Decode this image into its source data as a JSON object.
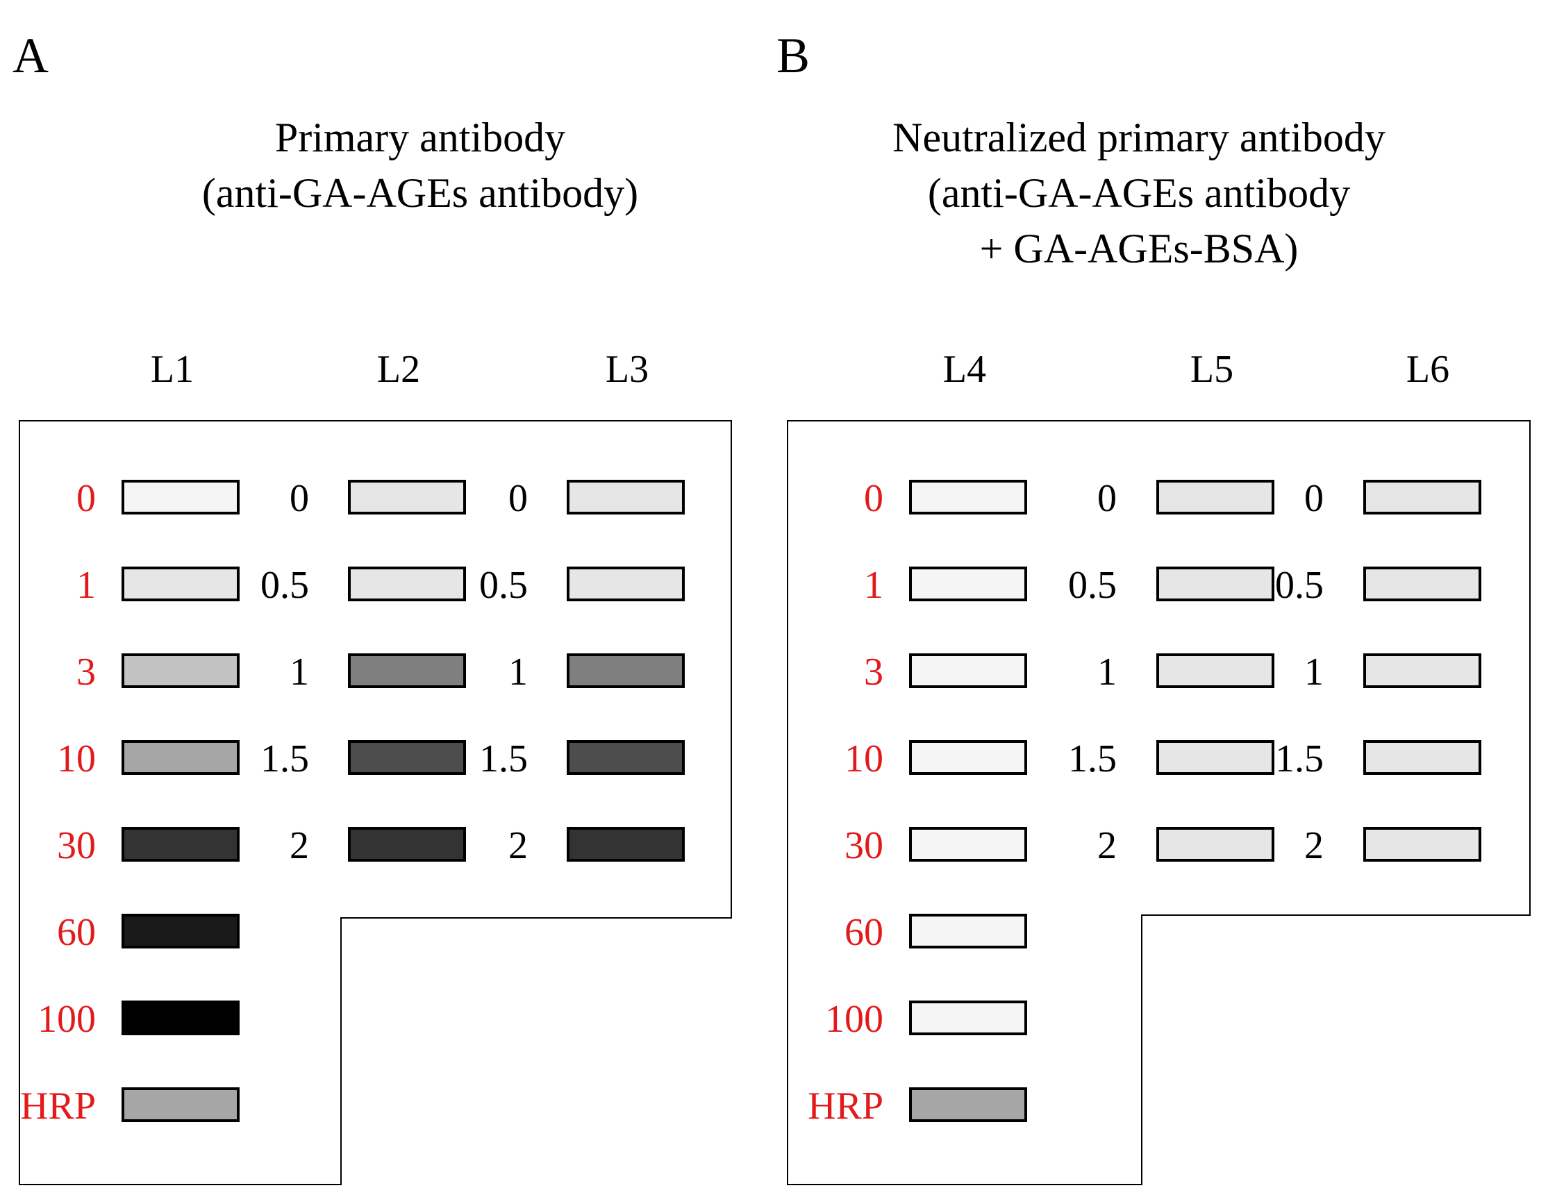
{
  "panels": [
    {
      "letter": "A",
      "title_lines": [
        "Primary antibody",
        "(anti-GA-AGEs antibody)"
      ],
      "lanes": [
        {
          "label": "L1",
          "spots": [
            {
              "label": "0",
              "label_color": "#e31a1c",
              "fill": "#f5f5f5"
            },
            {
              "label": "1",
              "label_color": "#e31a1c",
              "fill": "#e6e6e6"
            },
            {
              "label": "3",
              "label_color": "#e31a1c",
              "fill": "#c2c2c2"
            },
            {
              "label": "10",
              "label_color": "#e31a1c",
              "fill": "#a6a6a6"
            },
            {
              "label": "30",
              "label_color": "#e31a1c",
              "fill": "#333333"
            },
            {
              "label": "60",
              "label_color": "#e31a1c",
              "fill": "#1a1a1a"
            },
            {
              "label": "100",
              "label_color": "#e31a1c",
              "fill": "#000000"
            },
            {
              "label": "HRP",
              "label_color": "#e31a1c",
              "fill": "#a6a6a6"
            }
          ]
        },
        {
          "label": "L2",
          "spots": [
            {
              "label": "0",
              "label_color": "#000000",
              "fill": "#e6e6e6"
            },
            {
              "label": "0.5",
              "label_color": "#000000",
              "fill": "#e6e6e6"
            },
            {
              "label": "1",
              "label_color": "#000000",
              "fill": "#7f7f7f"
            },
            {
              "label": "1.5",
              "label_color": "#000000",
              "fill": "#4d4d4d"
            },
            {
              "label": "2",
              "label_color": "#000000",
              "fill": "#333333"
            }
          ]
        },
        {
          "label": "L3",
          "spots": [
            {
              "label": "0",
              "label_color": "#000000",
              "fill": "#e6e6e6"
            },
            {
              "label": "0.5",
              "label_color": "#000000",
              "fill": "#e6e6e6"
            },
            {
              "label": "1",
              "label_color": "#000000",
              "fill": "#7f7f7f"
            },
            {
              "label": "1.5",
              "label_color": "#000000",
              "fill": "#4d4d4d"
            },
            {
              "label": "2",
              "label_color": "#000000",
              "fill": "#333333"
            }
          ]
        }
      ]
    },
    {
      "letter": "B",
      "title_lines": [
        "Neutralized primary antibody",
        "(anti-GA-AGEs antibody",
        "+ GA-AGEs-BSA)"
      ],
      "lanes": [
        {
          "label": "L4",
          "spots": [
            {
              "label": "0",
              "label_color": "#e31a1c",
              "fill": "#f5f5f5"
            },
            {
              "label": "1",
              "label_color": "#e31a1c",
              "fill": "#f5f5f5"
            },
            {
              "label": "3",
              "label_color": "#e31a1c",
              "fill": "#f5f5f5"
            },
            {
              "label": "10",
              "label_color": "#e31a1c",
              "fill": "#f5f5f5"
            },
            {
              "label": "30",
              "label_color": "#e31a1c",
              "fill": "#f5f5f5"
            },
            {
              "label": "60",
              "label_color": "#e31a1c",
              "fill": "#f5f5f5"
            },
            {
              "label": "100",
              "label_color": "#e31a1c",
              "fill": "#f5f5f5"
            },
            {
              "label": "HRP",
              "label_color": "#e31a1c",
              "fill": "#a6a6a6"
            }
          ]
        },
        {
          "label": "L5",
          "spots": [
            {
              "label": "0",
              "label_color": "#000000",
              "fill": "#e6e6e6"
            },
            {
              "label": "0.5",
              "label_color": "#000000",
              "fill": "#e6e6e6"
            },
            {
              "label": "1",
              "label_color": "#000000",
              "fill": "#e6e6e6"
            },
            {
              "label": "1.5",
              "label_color": "#000000",
              "fill": "#e6e6e6"
            },
            {
              "label": "2",
              "label_color": "#000000",
              "fill": "#e6e6e6"
            }
          ]
        },
        {
          "label": "L6",
          "spots": [
            {
              "label": "0",
              "label_color": "#000000",
              "fill": "#e6e6e6"
            },
            {
              "label": "0.5",
              "label_color": "#000000",
              "fill": "#e6e6e6"
            },
            {
              "label": "1",
              "label_color": "#000000",
              "fill": "#e6e6e6"
            },
            {
              "label": "1.5",
              "label_color": "#000000",
              "fill": "#e6e6e6"
            },
            {
              "label": "2",
              "label_color": "#000000",
              "fill": "#e6e6e6"
            }
          ]
        }
      ]
    }
  ]
}
